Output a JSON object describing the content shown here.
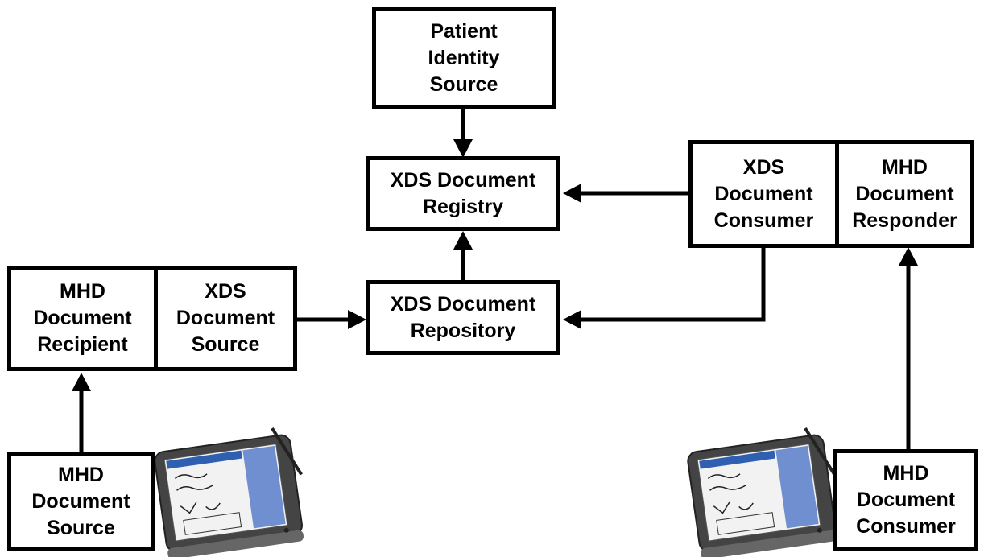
{
  "actors": {
    "patient_identity_source": "Patient\nIdentity\nSource",
    "xds_document_registry": "XDS Document\nRegistry",
    "xds_document_repository": "XDS Document\nRepository",
    "xds_document_consumer": "XDS\nDocument\nConsumer",
    "mhd_document_responder": "MHD\nDocument\nResponder",
    "mhd_document_recipient": "MHD\nDocument\nRecipient",
    "xds_document_source": "XDS\nDocument\nSource",
    "mhd_document_source": "MHD\nDocument\nSource",
    "mhd_document_consumer": "MHD\nDocument\nConsumer"
  },
  "icons": {
    "left_device": "tablet-pc-icon",
    "right_device": "tablet-pc-icon"
  },
  "colors": {
    "line": "#000000",
    "box_fill": "#ffffff",
    "tablet_frame": "#3a3a3a",
    "tablet_screen": "#6f8fd0"
  }
}
